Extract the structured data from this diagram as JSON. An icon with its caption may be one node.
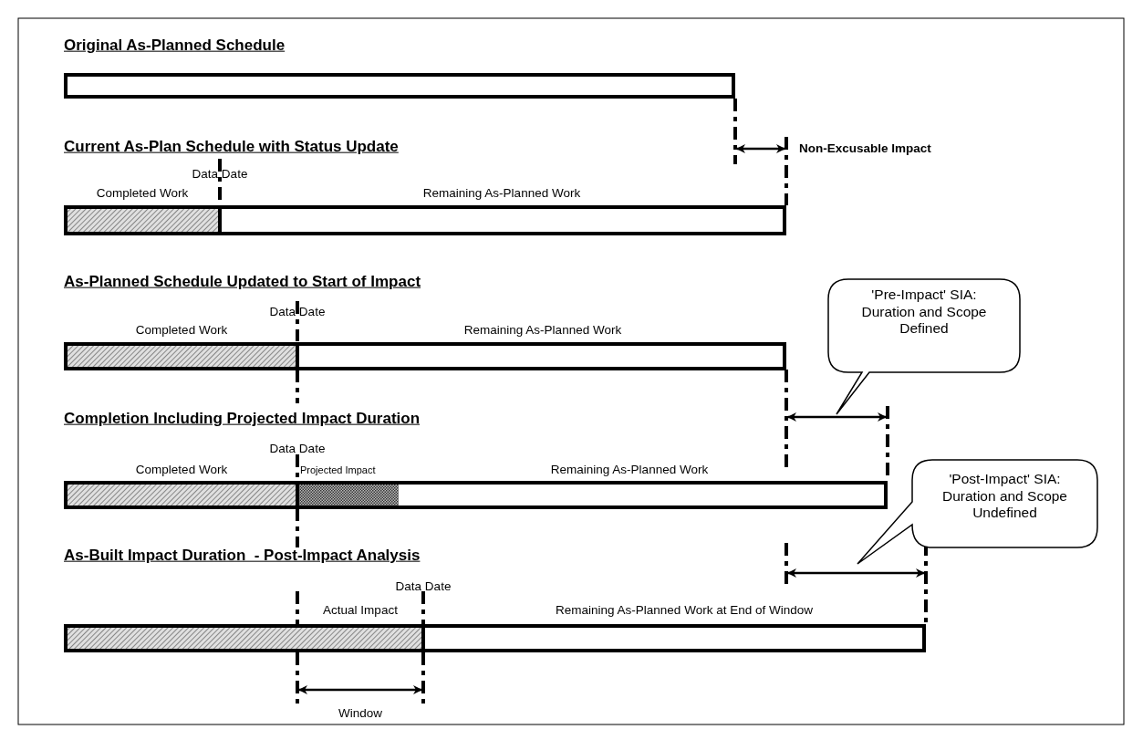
{
  "diagram": {
    "nodes": [
      {
        "text": [
          "'Pre-Impact' SIA: Duration and Scope Defined"
        ]
      },
      {
        "text": [
          "'Post-Impact' SIA: Duration and Scope Undefined"
        ]
      }
    ],
    "labels": [
      "Original As-Planned Schedule",
      "Current As-Plan Schedule with Status Update",
      "Non-Excusable Impact",
      "Data Date",
      "Completed Work",
      "Remaining As-Planned Work",
      "As-Planned Schedule Updated to Start of Impact",
      "Data Date",
      "Completed Work",
      "Remaining As-Planned Work",
      "Completion Including Projected Impact Duration",
      "Data Date",
      "Completed Work",
      "Projected Impact",
      "Remaining As-Planned Work",
      "As-Built Impact Duration  - Post-Impact Analysis",
      "Data Date",
      "Actual Impact",
      "Remaining As-Planned Work at End of Window",
      "Window"
    ]
  }
}
